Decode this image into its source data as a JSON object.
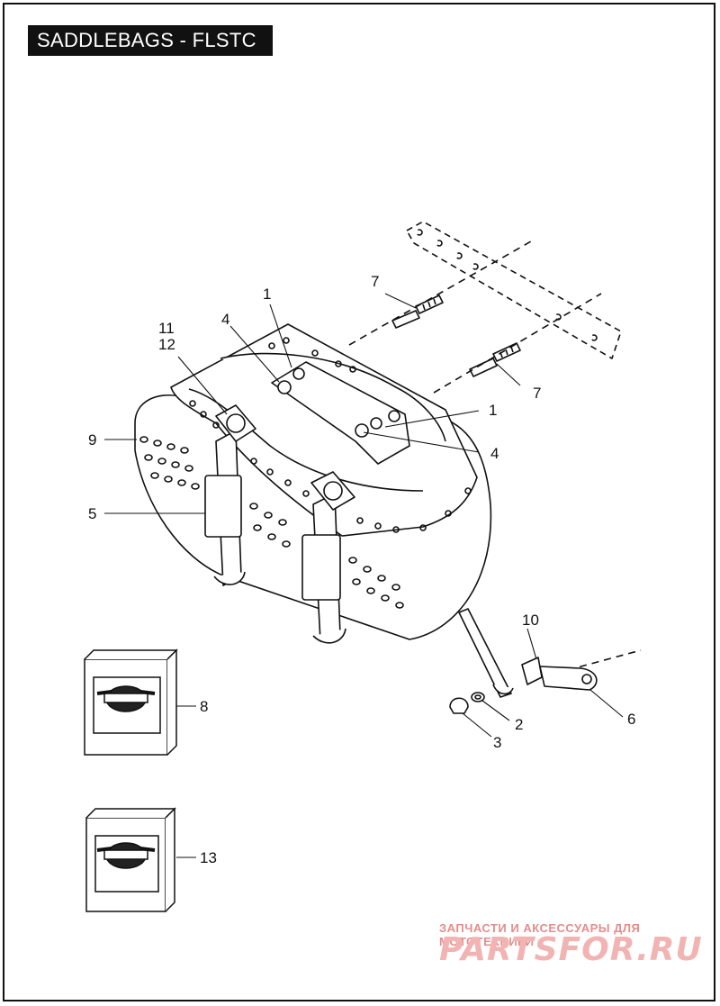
{
  "header": {
    "title": "SADDLEBAGS - FLSTC"
  },
  "callouts": [
    {
      "id": "c1a",
      "label": "1"
    },
    {
      "id": "c1b",
      "label": "1"
    },
    {
      "id": "c2",
      "label": "2"
    },
    {
      "id": "c3",
      "label": "3"
    },
    {
      "id": "c4a",
      "label": "4"
    },
    {
      "id": "c4b",
      "label": "4"
    },
    {
      "id": "c5",
      "label": "5"
    },
    {
      "id": "c6",
      "label": "6"
    },
    {
      "id": "c7a",
      "label": "7"
    },
    {
      "id": "c7b",
      "label": "7"
    },
    {
      "id": "c8",
      "label": "8"
    },
    {
      "id": "c9",
      "label": "9"
    },
    {
      "id": "c10",
      "label": "10"
    },
    {
      "id": "c11",
      "label": "11"
    },
    {
      "id": "c12",
      "label": "12"
    },
    {
      "id": "c13",
      "label": "13"
    }
  ],
  "watermark": {
    "tagline": "ЗАПЧАСТИ И АКСЕССУАРЫ ДЛЯ МОТОТЕХНИКИ",
    "logo": "PARTSFOR.RU",
    "color": "#e58c8c"
  },
  "colors": {
    "ink": "#111111",
    "background": "#ffffff"
  },
  "icons": [
    "genuine-motor-parts-box-icon"
  ]
}
